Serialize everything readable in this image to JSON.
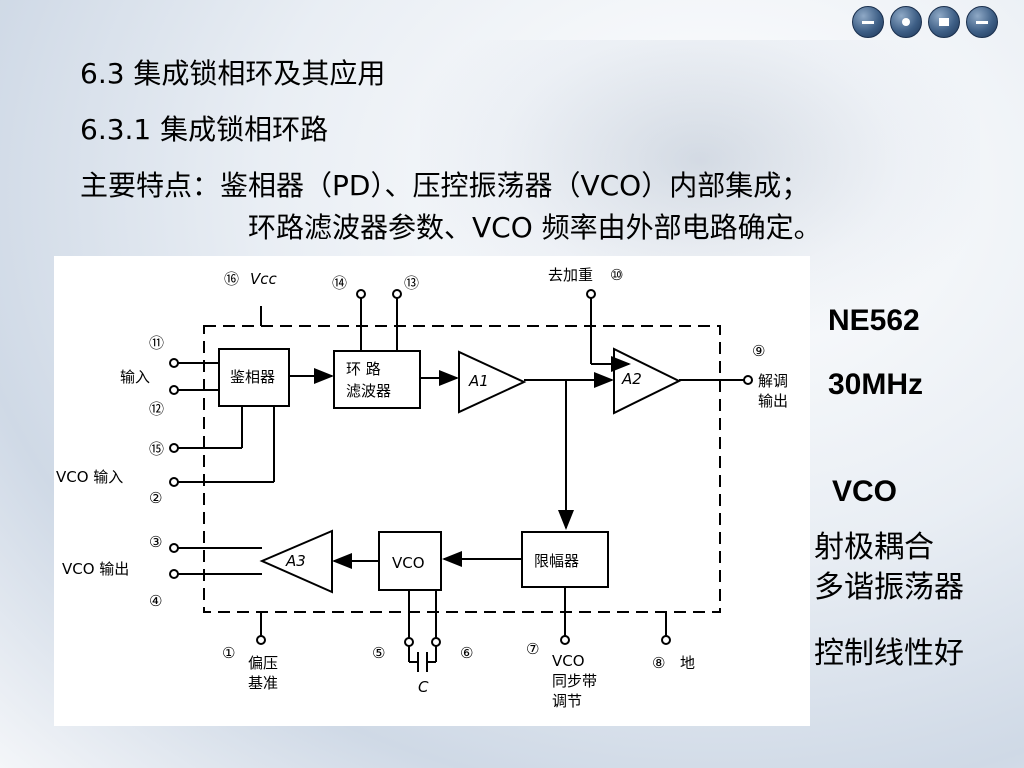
{
  "title": "6.3  集成锁相环及其应用",
  "subtitle": "6.3.1  集成锁相环路",
  "features": {
    "line1": "主要特点：鉴相器（PD）、压控振荡器（VCO）内部集成；",
    "line2": "环路滤波器参数、VCO 频率由外部电路确定。"
  },
  "nav_icons": [
    "first-page-icon",
    "prev-page-icon",
    "next-page-icon",
    "last-page-icon"
  ],
  "side": {
    "chip": "NE562",
    "freq": "30MHz",
    "vco": "VCO",
    "vco_desc_1": "射极耦合",
    "vco_desc_2": "多谐振荡器",
    "control": "控制线性好"
  },
  "diagram": {
    "pins": {
      "p1": "①",
      "p2": "②",
      "p3": "③",
      "p4": "④",
      "p5": "⑤",
      "p6": "⑥",
      "p7": "⑦",
      "p8": "⑧",
      "p9": "⑨",
      "p10": "⑩",
      "p11": "⑪",
      "p12": "⑫",
      "p13": "⑬",
      "p14": "⑭",
      "p15": "⑮",
      "p16": "⑯"
    },
    "vcc": "Vcc",
    "deemph": "去加重",
    "input": "输入",
    "vco_input": "VCO 输入",
    "vco_output": "VCO 输出",
    "demod_1": "解调",
    "demod_2": "输出",
    "bias_1": "偏压",
    "bias_2": "基准",
    "cap": "C",
    "sync_1": "VCO",
    "sync_2": "同步带",
    "sync_3": "调节",
    "ground": "地",
    "pd": "鉴相器",
    "lf_1": "环  路",
    "lf_2": "滤波器",
    "a1": "A1",
    "a2": "A2",
    "a3": "A3",
    "vco_block": "VCO",
    "limiter": "限幅器"
  }
}
